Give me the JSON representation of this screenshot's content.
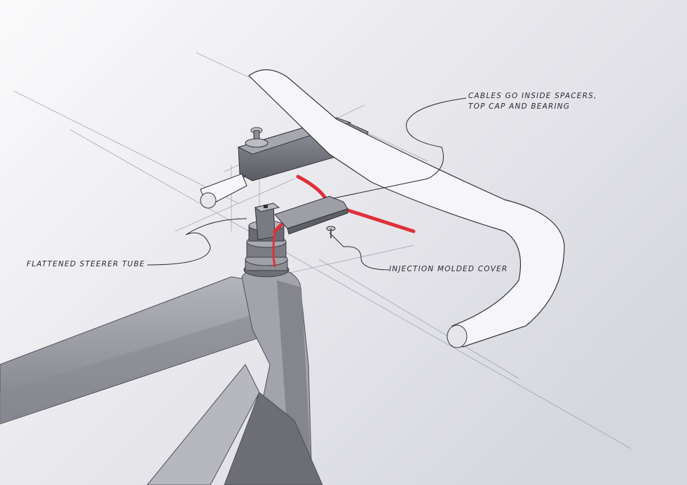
{
  "annotations": {
    "cables": {
      "line1": "CABLES GO INSIDE SPACERS,",
      "line2": "TOP CAP AND BEARING"
    },
    "steerer": "FLATTENED STEERER TUBE",
    "cover": "INJECTION MOLDED COVER"
  },
  "colors": {
    "background_light": "#fbfbfc",
    "background_dark": "#d9d9e0",
    "frame": "#9a9aa2",
    "frame_dark": "#5e5e66",
    "bar": "#f6f6f8",
    "cable": "#e0303a",
    "ink": "#2a2a2e"
  }
}
